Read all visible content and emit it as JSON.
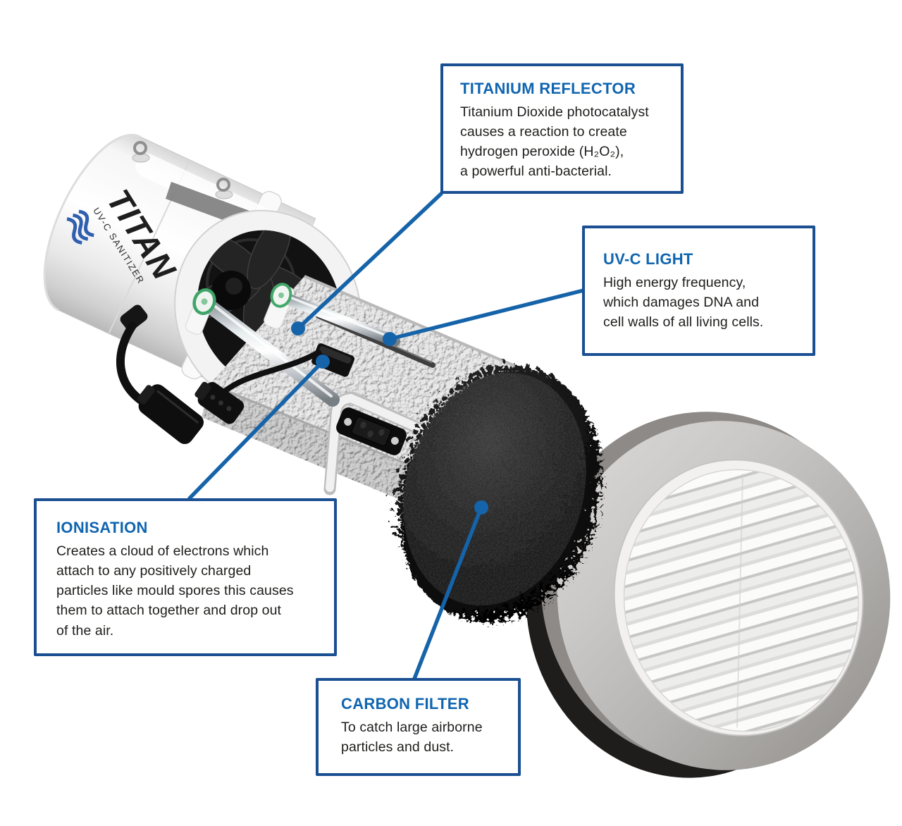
{
  "product": {
    "brand": "TITAN",
    "brand_subtext": "UV-C SANITIZER"
  },
  "colors": {
    "accent_line": "#1563a9",
    "heading_blue": "#1065b0",
    "box_border": "#1a4f92",
    "body_text": "#1d1d1b"
  },
  "callouts": [
    {
      "id": "titanium-reflector",
      "title": "TITANIUM REFLECTOR",
      "body": "Titanium Dioxide photocatalyst\ncauses a reaction to create\nhydrogen peroxide (H₂O₂),\na powerful anti-bacterial."
    },
    {
      "id": "uvc-light",
      "title": "UV-C LIGHT",
      "body": "High energy frequency,\nwhich damages DNA and\ncell walls of all living cells."
    },
    {
      "id": "ionisation",
      "title": "IONISATION",
      "body": "Creates a cloud of electrons which\nattach to any positively charged\nparticles like mould spores this causes\nthem to attach together and drop out\nof the air."
    },
    {
      "id": "carbon-filter",
      "title": "CARBON FILTER",
      "body": "To catch large airborne\nparticles and dust."
    }
  ]
}
